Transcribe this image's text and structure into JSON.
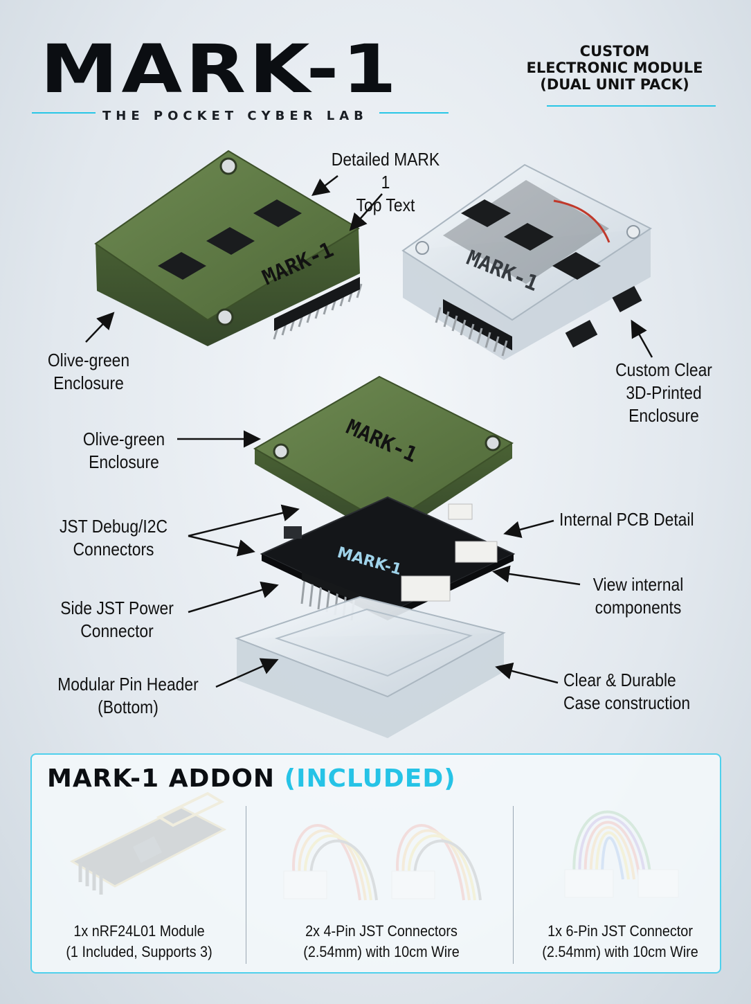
{
  "header": {
    "logo_main": "MARK-",
    "logo_num": "1",
    "tagline": "THE POCKET CYBER LAB",
    "module_title_1": "CUSTOM",
    "module_title_2": "ELECTRONIC MODULE",
    "module_title_3": "(DUAL UNIT PACK)"
  },
  "product_text": {
    "lid_text": "MARK-1",
    "pcb_text": "MARK-1"
  },
  "callouts": {
    "top_text_1": "Detailed MARK 1",
    "top_text_2": "Top Text",
    "olive_1a": "Olive-green",
    "olive_1b": "Enclosure",
    "clear_1": "Custom Clear",
    "clear_2": "3D-Printed Enclosure",
    "olive_2a": "Olive-green",
    "olive_2b": "Enclosure",
    "jst_1": "JST Debug/I2C",
    "jst_2": "Connectors",
    "side_1": "Side JST Power",
    "side_2": "Connector",
    "header_1": "Modular Pin Header",
    "header_2": "(Bottom)",
    "pcb_detail": "Internal PCB Detail",
    "view_1": "View internal",
    "view_2": "components",
    "durable_1": "Clear & Durable",
    "durable_2": "Case construction"
  },
  "addon": {
    "title": "MARK-1 ADDON",
    "included": "(INCLUDED)",
    "items": [
      {
        "line1": "1x nRF24L01 Module",
        "line2": "(1 Included, Supports 3)"
      },
      {
        "line1": "2x 4-Pin JST Connectors",
        "line2": "(2.54mm) with 10cm Wire"
      },
      {
        "line1": "1x 6-Pin JST Connector",
        "line2": "(2.54mm) with 10cm Wire"
      }
    ]
  },
  "colors": {
    "accent": "#28c6e6",
    "olive": "#5a7442",
    "pcb": "#141619",
    "text": "#111111"
  }
}
